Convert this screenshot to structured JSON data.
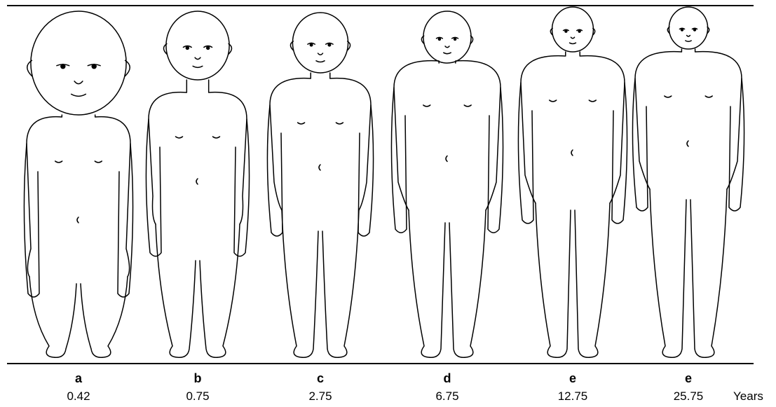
{
  "figures": [
    {
      "letter": "a",
      "age": "0.42"
    },
    {
      "letter": "b",
      "age": "0.75"
    },
    {
      "letter": "c",
      "age": "2.75"
    },
    {
      "letter": "d",
      "age": "6.75"
    },
    {
      "letter": "e",
      "age": "12.75"
    },
    {
      "letter": "e",
      "age": "25.75"
    }
  ],
  "units": "Years"
}
